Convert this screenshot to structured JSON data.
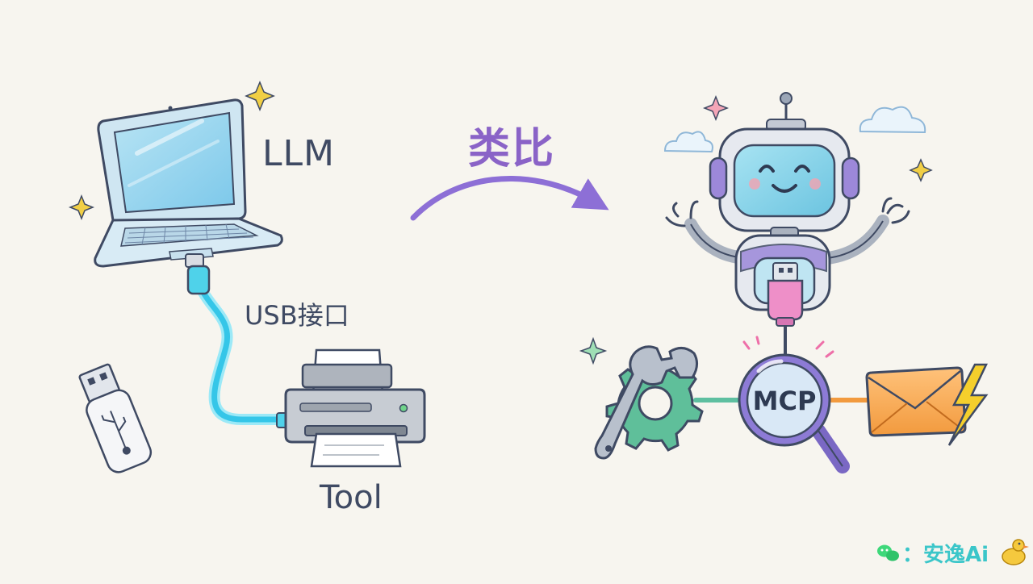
{
  "diagram": {
    "left": {
      "laptop_label": "LLM",
      "cable_label": "USB接口",
      "printer_label": "Tool"
    },
    "arrow_label": "类比",
    "right": {
      "hub_label": "MCP"
    }
  },
  "watermark": {
    "text": "：安逸Ai",
    "icon": "wechat-icon",
    "mascot": "duck-icon"
  },
  "colors": {
    "background": "#f7f5ef",
    "ink": "#3f4a63",
    "accent_purple": "#8a63c7",
    "cable_cyan": "#4fd2ea",
    "watermark_cyan": "#3bc6c9"
  }
}
